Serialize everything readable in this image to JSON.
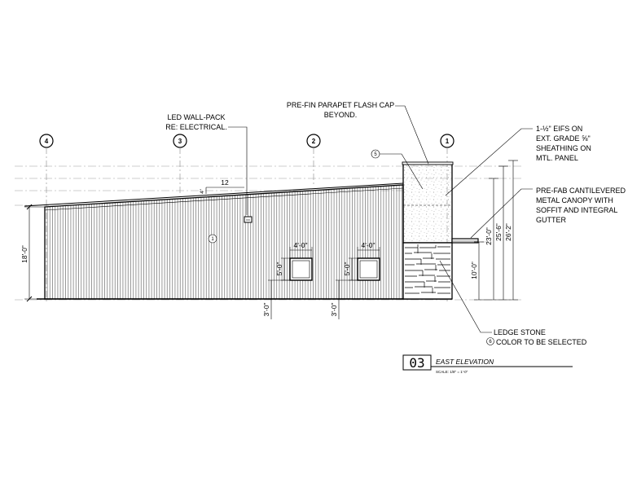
{
  "gridlines": [
    "4",
    "3",
    "2",
    "1"
  ],
  "notes": {
    "led_wall_pack": [
      "LED WALL-PACK",
      "RE: ELECTRICAL."
    ],
    "parapet_cap": [
      "PRE-FIN PARAPET FLASH CAP",
      "BEYOND."
    ],
    "eifs": [
      "1-½\" EIFS ON",
      "EXT. GRADE ⅝\"",
      "SHEATHING ON",
      "MTL. PANEL"
    ],
    "canopy": [
      "PRE-FAB CANTILEVERED",
      "METAL CANOPY WITH",
      "SOFFIT AND INTEGRAL",
      "GUTTER"
    ],
    "ledge_stone": [
      "LEDGE STONE",
      "COLOR TO BE SELECTED"
    ]
  },
  "keynotes": {
    "panel": "1",
    "eifs": "5",
    "stone": "6"
  },
  "dimensions": {
    "wall_height": "18'-0\"",
    "slope_run": "12",
    "slope_rise": "4\"",
    "window_1_width": "4'-0\"",
    "window_2_width": "4'-0\"",
    "window_1_height": "5'-0\"",
    "window_2_height": "5'-0\"",
    "sill_1": "3'-0\"",
    "sill_2": "3'-0\"",
    "height_23": "23'-0\"",
    "height_25": "25'-6\"",
    "height_26": "26'-2\"",
    "height_10": "10'-0\""
  },
  "title_block": {
    "number": "03",
    "title": "EAST ELEVATION",
    "scale": "SCALE: 1/8\" = 1'-0\""
  }
}
